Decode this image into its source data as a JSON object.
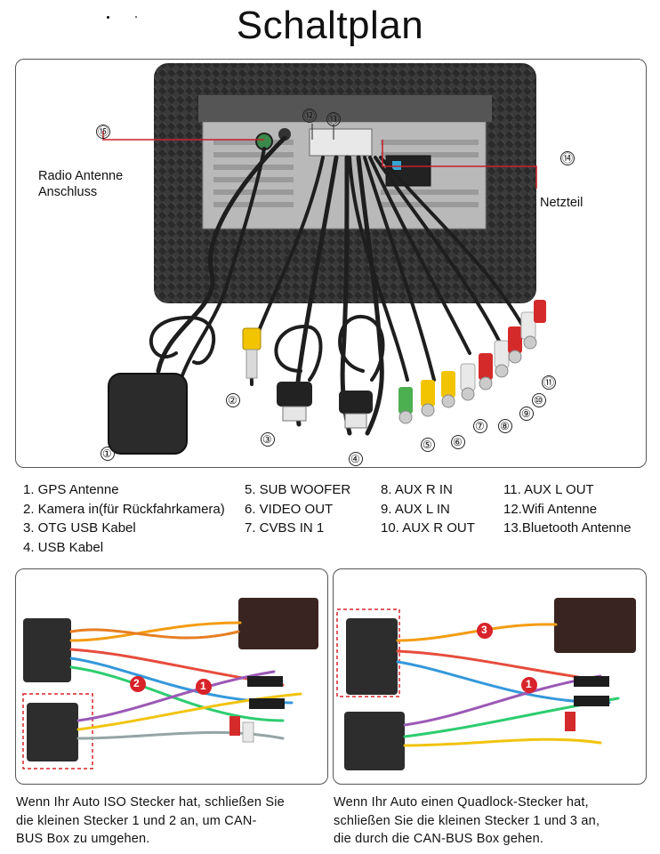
{
  "title": "Schaltplan",
  "labels": {
    "radio_antenna": "Radio Antenne Anschluss",
    "radio_antenna_line1": "Radio Antenne",
    "radio_antenna_line2": "Anschluss",
    "power": "Netzteil"
  },
  "markers": [
    "①",
    "②",
    "③",
    "④",
    "⑤",
    "⑥",
    "⑦",
    "⑧",
    "⑨",
    "⑩",
    "⑪",
    "⑫",
    "⑬",
    "⑭",
    "⑮"
  ],
  "legend": {
    "col1": [
      "1. GPS Antenne",
      "2. Kamera in(für Rückfahrkamera)",
      "3. OTG USB Kabel",
      "4. USB Kabel"
    ],
    "col2": [
      "5. SUB WOOFER",
      "6. VIDEO OUT",
      "7. CVBS IN 1"
    ],
    "col3": [
      "8. AUX R IN",
      "9. AUX L IN",
      "10. AUX R OUT"
    ],
    "col4": [
      "11. AUX L OUT",
      "12.Wifi Antenne",
      "13.Bluetooth Antenne"
    ]
  },
  "photo_markers": {
    "left": [
      "2",
      "1"
    ],
    "right": [
      "3",
      "1"
    ]
  },
  "captions": {
    "left": [
      "Wenn Ihr Auto ISO Stecker hat, schließen Sie",
      "die kleinen Stecker 1 und 2 an, um CAN-",
      "BUS Box zu umgehen."
    ],
    "right": [
      "Wenn Ihr Auto einen Quadlock-Stecker hat,",
      "schließen Sie die kleinen Stecker 1 und 3 an,",
      "die durch die CAN-BUS Box gehen."
    ]
  },
  "colors": {
    "marker_red": "#d8232a",
    "pointer_red": "#c8202a",
    "rca_yellow": "#f2c400",
    "rca_red": "#d42a2a",
    "rca_white": "#e9e9e9",
    "rca_green": "#4caf50",
    "unit_dark": "#2e2e2e"
  }
}
